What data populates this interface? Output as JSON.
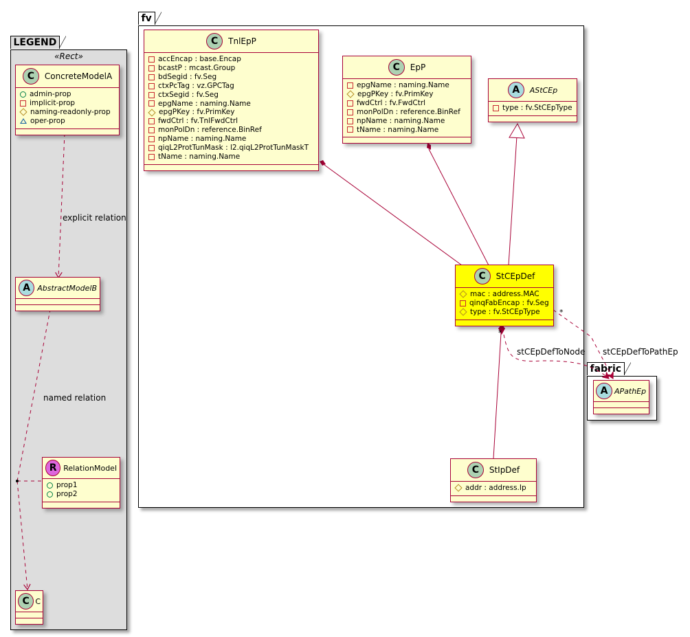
{
  "legend": {
    "package_name": "LEGEND",
    "stereotype": "«Rect»",
    "concrete_model": {
      "kind": "C",
      "name": "ConcreteModelA",
      "attributes": [
        {
          "visibility": "public",
          "text": "admin-prop"
        },
        {
          "visibility": "private",
          "text": "implicit-prop"
        },
        {
          "visibility": "protected",
          "text": "naming-readonly-prop"
        },
        {
          "visibility": "package",
          "text": "oper-prop"
        }
      ]
    },
    "abstract_model": {
      "kind": "A",
      "name": "AbstractModelB"
    },
    "relation_model": {
      "kind": "R",
      "name": "RelationModel",
      "attributes": [
        {
          "visibility": "public",
          "text": "prop1"
        },
        {
          "visibility": "public",
          "text": "prop2"
        }
      ]
    },
    "c_model": {
      "kind": "C",
      "name": "C"
    },
    "explicit_relation_label": "explicit relation",
    "named_relation_label": "named relation"
  },
  "fv": {
    "package_name": "fv",
    "tnlepp": {
      "kind": "C",
      "name": "TnlEpP",
      "attributes": [
        {
          "visibility": "private",
          "text": "accEncap : base.Encap"
        },
        {
          "visibility": "private",
          "text": "bcastP : mcast.Group"
        },
        {
          "visibility": "private",
          "text": "bdSegid : fv.Seg"
        },
        {
          "visibility": "private",
          "text": "ctxPcTag : vz.GPCTag"
        },
        {
          "visibility": "private",
          "text": "ctxSegid : fv.Seg"
        },
        {
          "visibility": "private",
          "text": "epgName : naming.Name"
        },
        {
          "visibility": "protected",
          "text": "epgPKey : fv.PrimKey"
        },
        {
          "visibility": "private",
          "text": "fwdCtrl : fv.TnlFwdCtrl"
        },
        {
          "visibility": "private",
          "text": "monPolDn : reference.BinRef"
        },
        {
          "visibility": "private",
          "text": "npName : naming.Name"
        },
        {
          "visibility": "private",
          "text": "qiqL2ProtTunMask : l2.qiqL2ProtTunMaskT"
        },
        {
          "visibility": "private",
          "text": "tName : naming.Name"
        }
      ]
    },
    "epp": {
      "kind": "C",
      "name": "EpP",
      "attributes": [
        {
          "visibility": "private",
          "text": "epgName : naming.Name"
        },
        {
          "visibility": "protected",
          "text": "epgPKey : fv.PrimKey"
        },
        {
          "visibility": "private",
          "text": "fwdCtrl : fv.FwdCtrl"
        },
        {
          "visibility": "private",
          "text": "monPolDn : reference.BinRef"
        },
        {
          "visibility": "private",
          "text": "npName : naming.Name"
        },
        {
          "visibility": "private",
          "text": "tName : naming.Name"
        }
      ]
    },
    "astcep": {
      "kind": "A",
      "name": "AStCEp",
      "attributes": [
        {
          "visibility": "private",
          "text": "type : fv.StCEpType"
        }
      ]
    },
    "stcepdef": {
      "kind": "C",
      "name": "StCEpDef",
      "attributes": [
        {
          "visibility": "protected",
          "text": "mac : address.MAC"
        },
        {
          "visibility": "private",
          "text": "qinqFabEncap : fv.Seg"
        },
        {
          "visibility": "protected",
          "text": "type : fv.StCEpType"
        }
      ]
    },
    "stipdef": {
      "kind": "C",
      "name": "StIpDef",
      "attributes": [
        {
          "visibility": "protected",
          "text": "addr : address.Ip"
        }
      ]
    }
  },
  "fabric": {
    "package_name": "fabric",
    "apathep": {
      "kind": "A",
      "name": "APathEp"
    }
  },
  "relations": {
    "to_node_label": "stCEpDefToNode",
    "to_pathep_label": "stCEpDefToPathEp",
    "multiplicity_star": "*"
  },
  "colors": {
    "line": "#A80036",
    "class_fill": "#FEFECE",
    "highlight_fill": "#FFFF00",
    "legend_bg": "#DDDDDD"
  }
}
